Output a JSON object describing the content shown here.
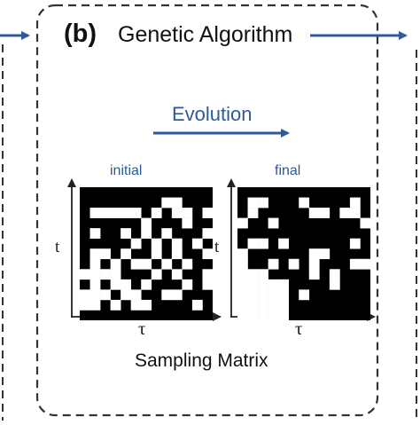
{
  "panel": {
    "label": "(b)",
    "title": "Genetic Algorithm",
    "evolution_label": "Evolution",
    "caption": "Sampling Matrix"
  },
  "matrices": [
    {
      "label": "initial",
      "t_axis": "t",
      "tau_axis": "τ",
      "cells": [
        "0000000000000",
        "0000000011000",
        "0111110101101",
        "0000001000100",
        "0100101010001",
        "0000010101010",
        "0110100101001",
        "0101011010100",
        "1111000101001",
        "0101101000101",
        "1110110011000",
        "1101011000010",
        "0000000000000"
      ]
    },
    {
      "label": "final",
      "t_axis": "t",
      "tau_axis": "τ",
      "cells": [
        "0000000000000",
        "0110001000010",
        "0100000110110",
        "1001000000001",
        "0000000000000",
        "0110100000010",
        "1000000110000",
        "1001010100011",
        "1110000101000",
        "1111100001000",
        "1111101000000",
        "1111100000000",
        "1111100000000"
      ]
    }
  ],
  "colors": {
    "accent": "#2d5a9a",
    "cell_on": "#ffffff",
    "cell_off": "#000000",
    "border": "#333333"
  }
}
